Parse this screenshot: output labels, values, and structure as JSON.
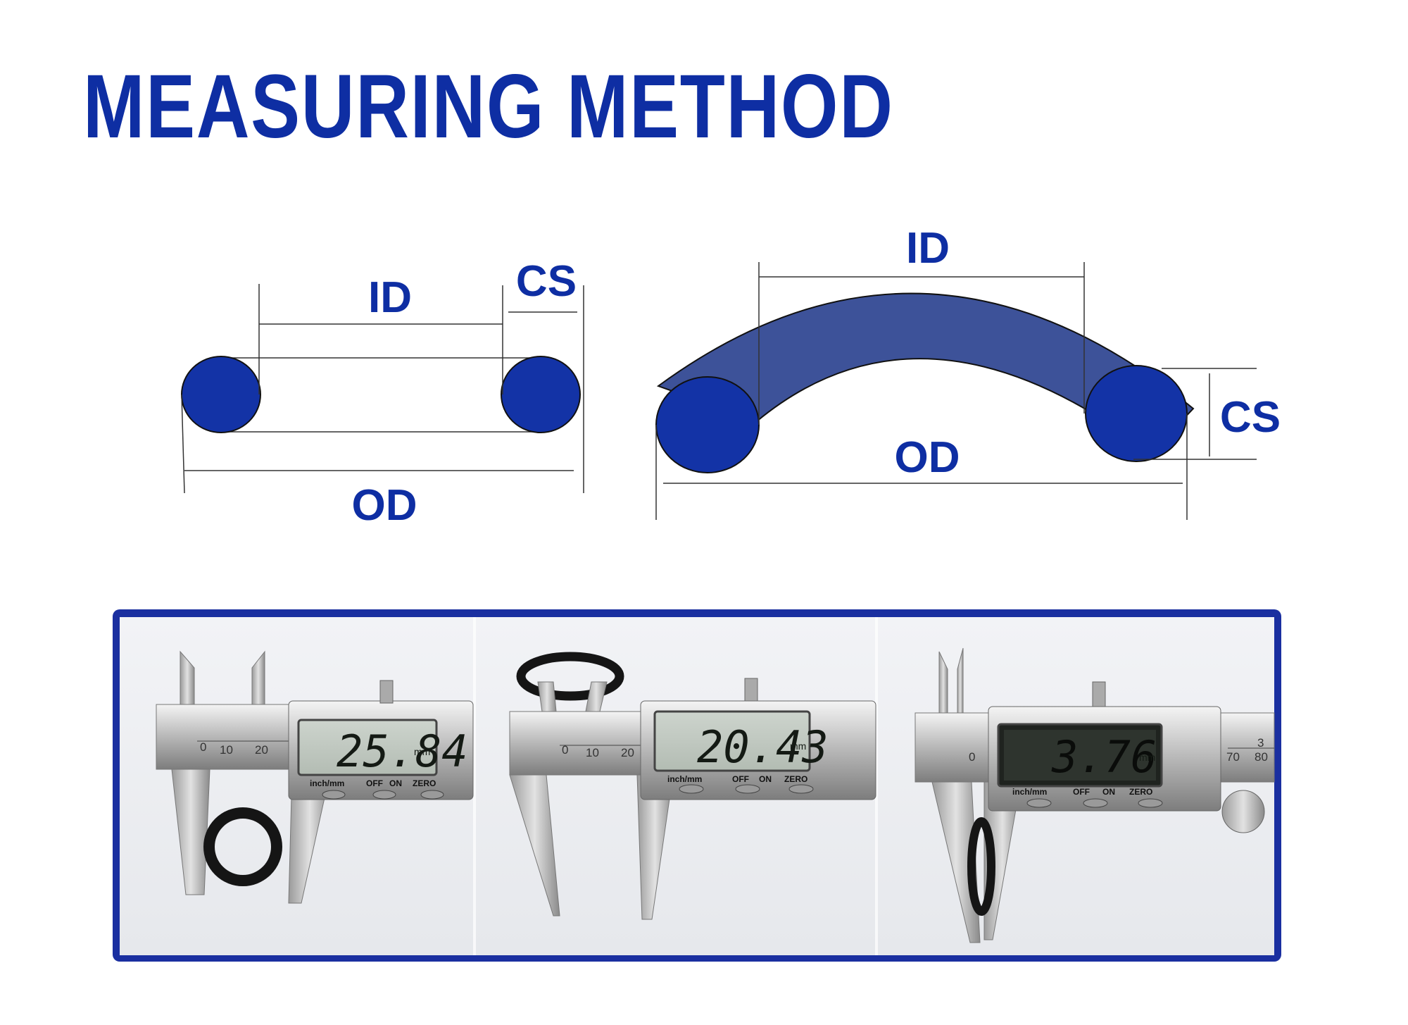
{
  "title": "MEASURING METHOD",
  "colors": {
    "brand_blue": "#0e2ea3",
    "ring_blue": "#1333a6",
    "arc_blue": "#3d5299"
  },
  "diagram_left": {
    "id_label": "ID",
    "cs_label": "CS",
    "od_label": "OD"
  },
  "diagram_right": {
    "id_label": "ID",
    "cs_label": "CS",
    "od_label": "OD"
  },
  "caliper_labels": {
    "unit": "mm",
    "inch_mm": "inch/mm",
    "off": "OFF",
    "on": "ON",
    "zero": "ZERO"
  },
  "photos": [
    {
      "reading": "25.84",
      "scale": [
        "0",
        "10",
        "20"
      ]
    },
    {
      "reading": "20.43",
      "scale": [
        "0",
        "10",
        "20"
      ]
    },
    {
      "reading": "3.76",
      "scale": [
        "0",
        "70",
        "80",
        "3"
      ]
    }
  ]
}
